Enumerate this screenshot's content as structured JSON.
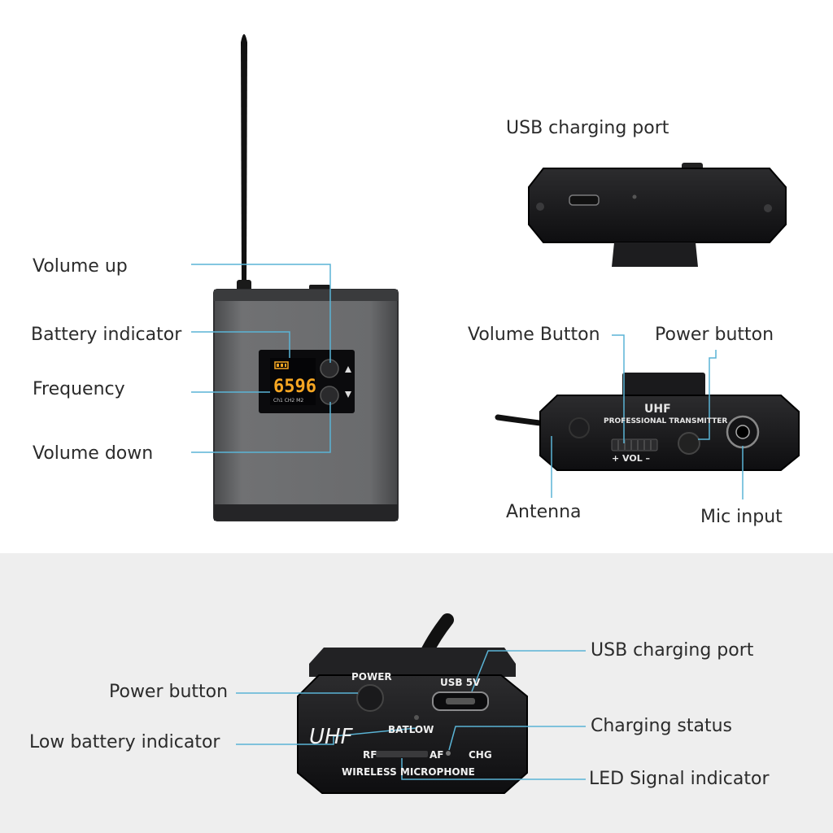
{
  "labels": {
    "volume_up": "Volume up",
    "battery_indicator": "Battery indicator",
    "frequency": "Frequency",
    "volume_down": "Volume down",
    "usb_port_top": "USB charging port",
    "volume_button": "Volume Button",
    "power_button_top": "Power button",
    "antenna": "Antenna",
    "mic_input": "Mic input",
    "power_button_bottom": "Power button",
    "low_battery": "Low battery indicator",
    "usb_port_bottom": "USB charging port",
    "charging_status": "Charging status",
    "led_signal": "LED Signal indicator"
  },
  "device_text": {
    "lcd_frequency": "6596",
    "lcd_small": "Ch1 CH2 M2",
    "uhf_top": "UHF",
    "professional_transmitter": "PROFESSIONAL TRANSMITTER",
    "vol": "+ VOL –",
    "power": "POWER",
    "usb_5v": "USB 5V",
    "batlow": "BATLOW",
    "uhf_bottom": "UHF",
    "rf": "RF",
    "af": "AF",
    "chg": "CHG",
    "wireless_microphone": "WIRELESS MICROPHONE"
  },
  "colors": {
    "leader_line": "#5ab4d6",
    "body_gray": "#6c6d6f",
    "lcd_amber": "#f5a623",
    "panel_bg": "#eeeeee"
  }
}
